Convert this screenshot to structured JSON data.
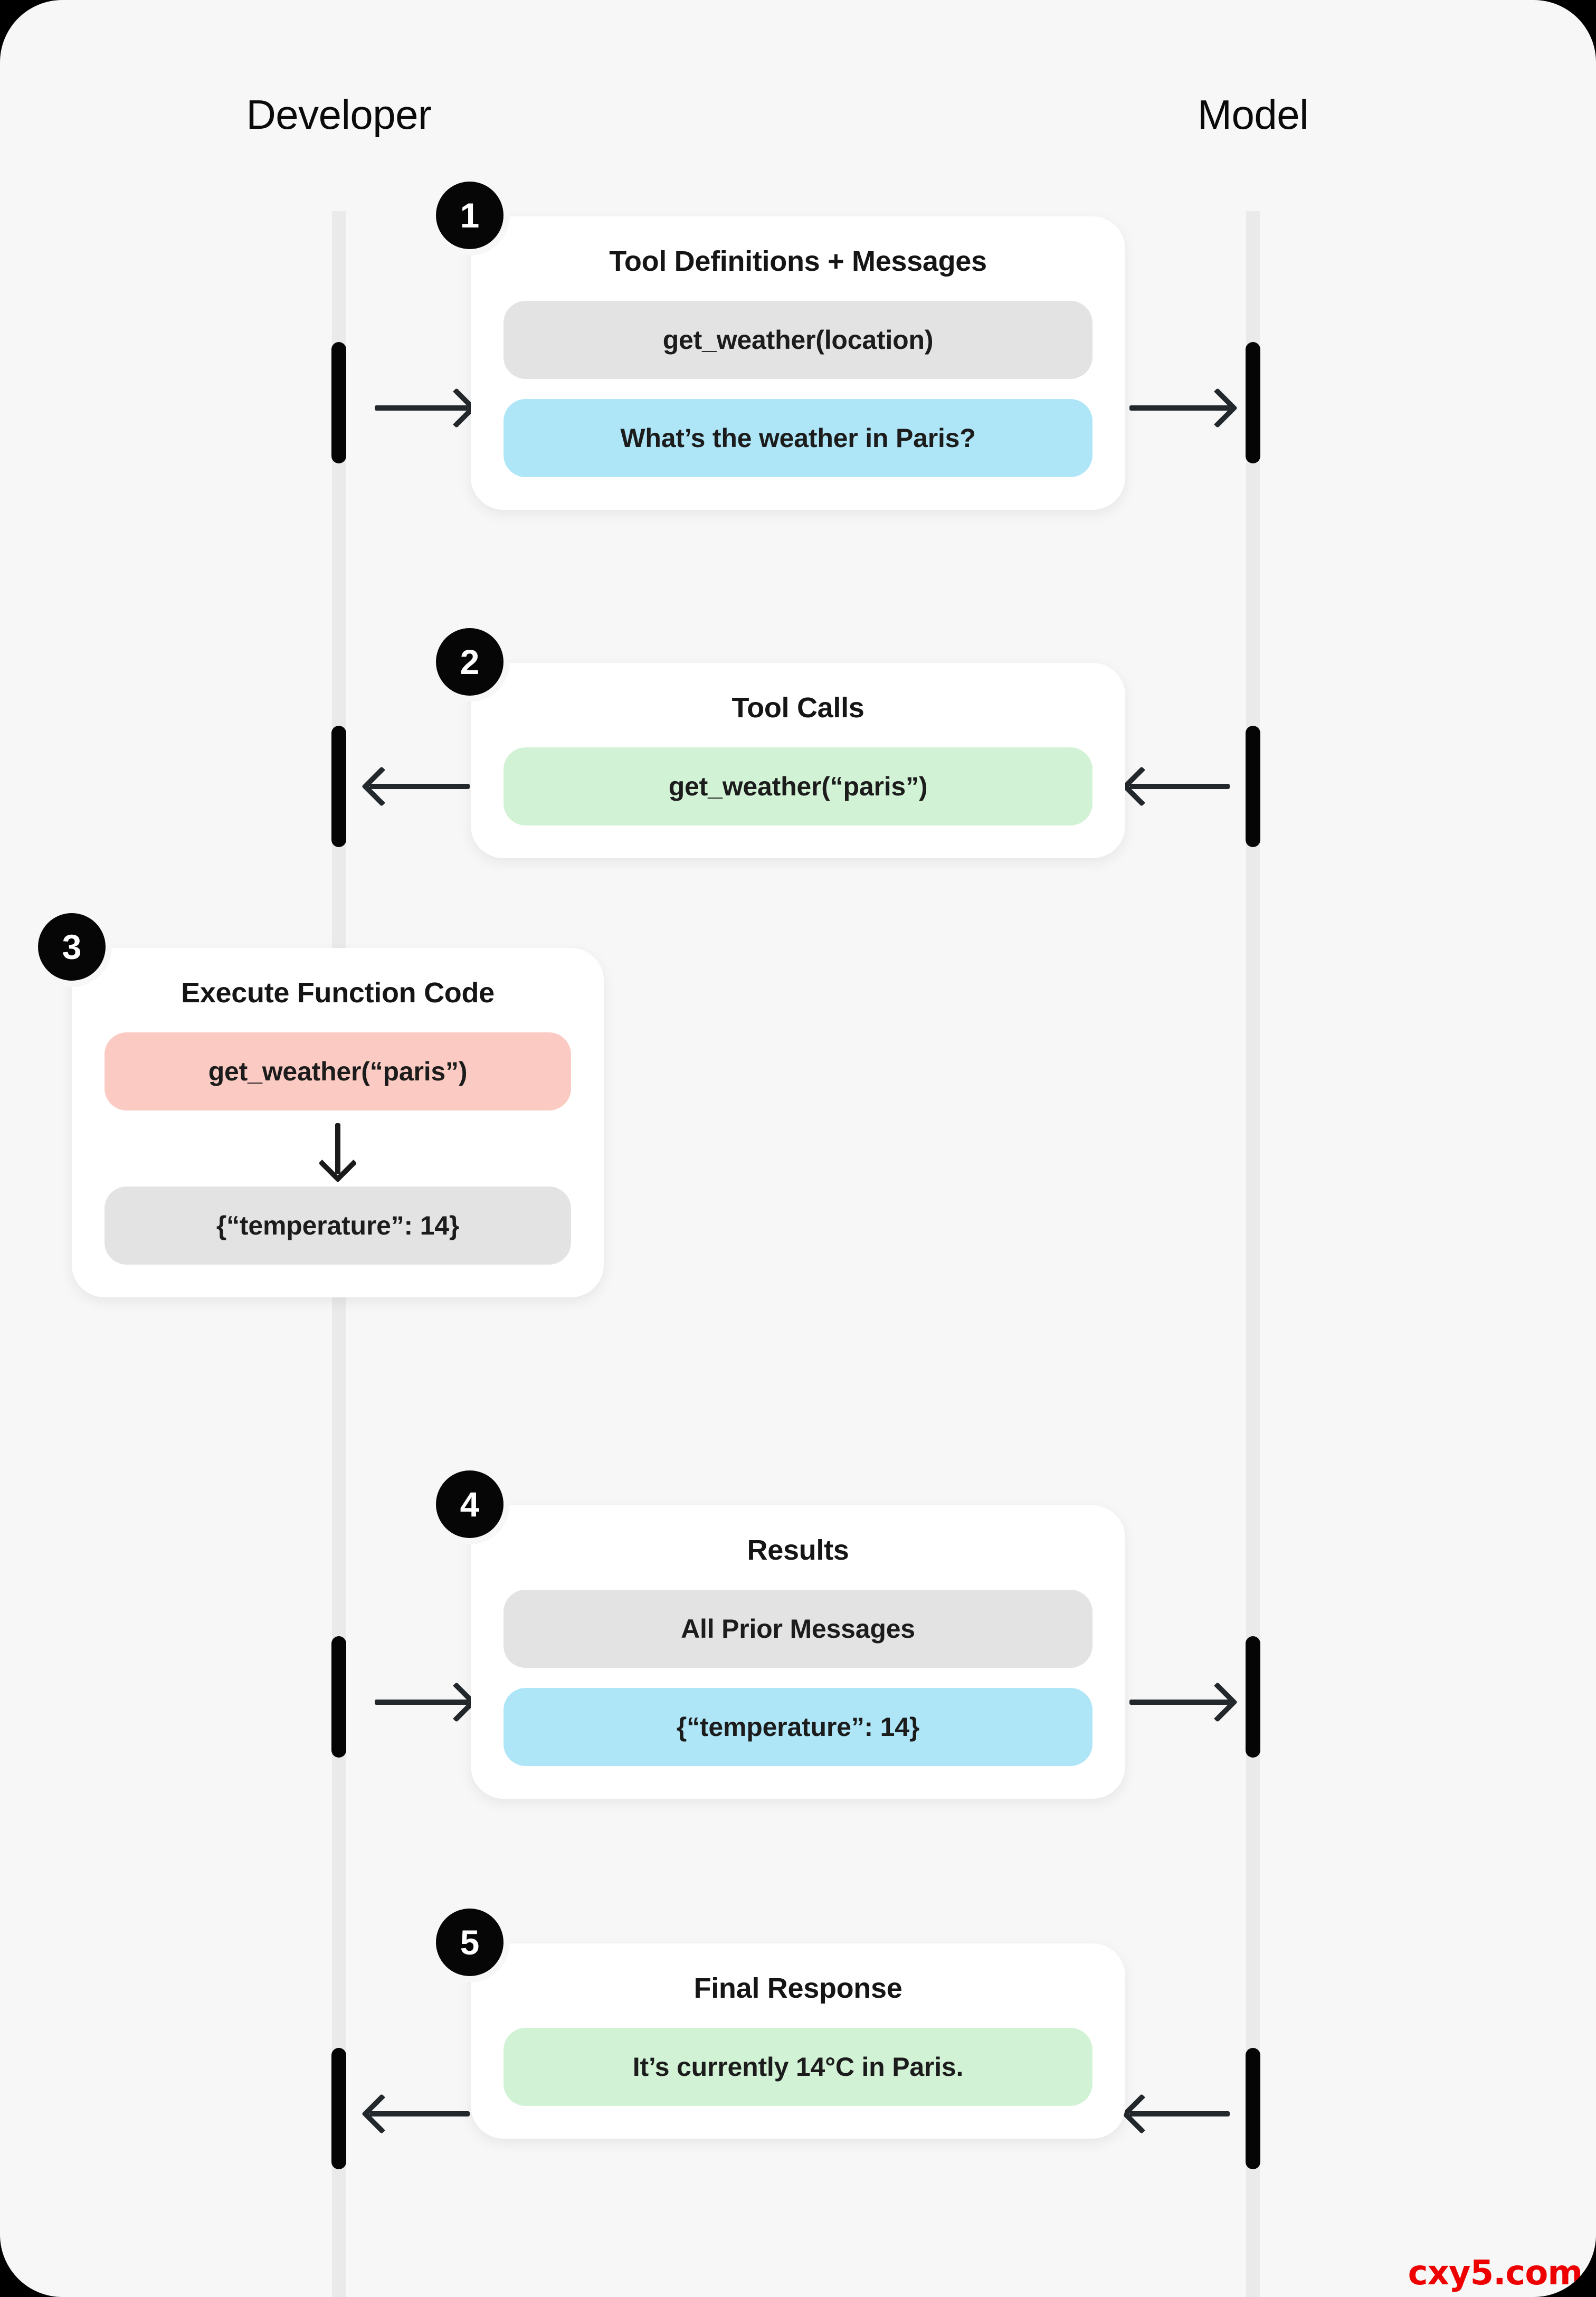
{
  "columns": {
    "left": {
      "label": "Developer"
    },
    "right": {
      "label": "Model"
    }
  },
  "colors": {
    "page_background": "#F7F7F7",
    "card_background": "#FFFFFF",
    "lifeline": "#EAEAEA",
    "activation": "#050505",
    "pill_gray": "#E3E3E3",
    "pill_blue": "#AEE6F8",
    "pill_green": "#D2F2D5",
    "pill_pink": "#FBCAC3",
    "badge": "#060606",
    "arrow": "#23282D",
    "watermark": "#EE0000"
  },
  "steps": [
    {
      "number": "1",
      "title": "Tool Definitions + Messages",
      "direction": "developer-to-model",
      "pills": [
        {
          "text": "get_weather(location)",
          "color": "gray"
        },
        {
          "text": "What’s the weather in Paris?",
          "color": "blue"
        }
      ]
    },
    {
      "number": "2",
      "title": "Tool Calls",
      "direction": "model-to-developer",
      "pills": [
        {
          "text": "get_weather(“paris”)",
          "color": "green"
        }
      ]
    },
    {
      "number": "3",
      "title": "Execute Function Code",
      "direction": "internal",
      "pills": [
        {
          "text": "get_weather(“paris”)",
          "color": "pink"
        },
        {
          "text": "{“temperature”: 14}",
          "color": "gray"
        }
      ],
      "arrow_icon": "down-arrow-icon"
    },
    {
      "number": "4",
      "title": "Results",
      "direction": "developer-to-model",
      "pills": [
        {
          "text": "All Prior Messages",
          "color": "gray"
        },
        {
          "text": "{“temperature”: 14}",
          "color": "blue"
        }
      ]
    },
    {
      "number": "5",
      "title": "Final Response",
      "direction": "model-to-developer",
      "pills": [
        {
          "text": "It’s currently 14°C in Paris.",
          "color": "green"
        }
      ]
    }
  ],
  "watermark": {
    "text": "cxy5.com"
  }
}
